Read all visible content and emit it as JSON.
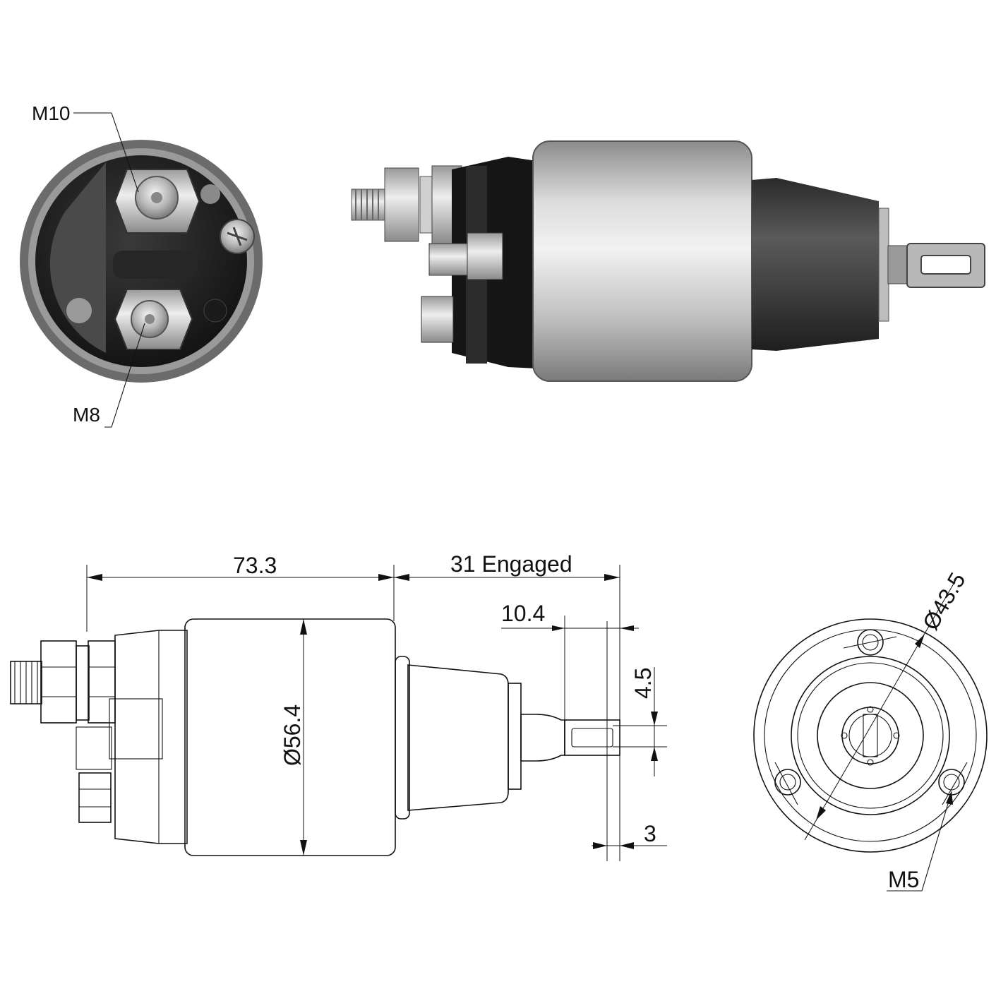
{
  "photo_labels": {
    "m10": "M10",
    "m8": "M8"
  },
  "dimensions": {
    "length": "73.3",
    "engaged": "31 Engaged",
    "tab_offset": "10.4",
    "slot_width": "4.5",
    "diameter_body": "Ø56.4",
    "tab_thickness": "3",
    "diameter_bolt_circle": "Ø43.5",
    "mount_thread": "M5"
  },
  "colors": {
    "line": "#111111",
    "steel_light": "#d9d9d9",
    "steel_mid": "#a8a8a8",
    "steel_dark": "#6e6e6e",
    "rubber": "#3a3a3a",
    "black": "#151515"
  }
}
